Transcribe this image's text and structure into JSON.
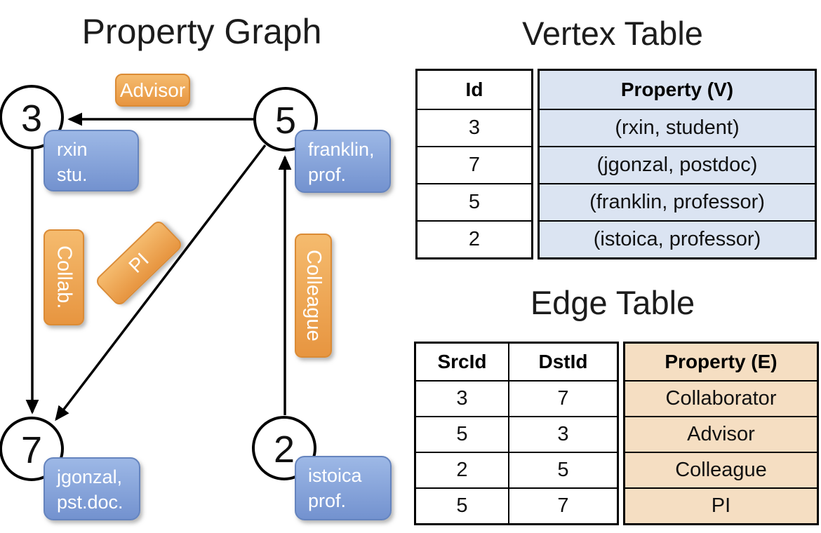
{
  "graph": {
    "title": "Property Graph",
    "nodes": [
      {
        "id": "3",
        "prop_line1": "rxin",
        "prop_line2": "stu."
      },
      {
        "id": "5",
        "prop_line1": "franklin,",
        "prop_line2": "prof."
      },
      {
        "id": "7",
        "prop_line1": "jgonzal,",
        "prop_line2": "pst.doc."
      },
      {
        "id": "2",
        "prop_line1": "istoica",
        "prop_line2": "prof."
      }
    ],
    "edges": [
      {
        "label": "Advisor",
        "from": "5",
        "to": "3"
      },
      {
        "label": "Collab.",
        "from": "3",
        "to": "7"
      },
      {
        "label": "PI",
        "from": "5",
        "to": "7"
      },
      {
        "label": "Colleague",
        "from": "2",
        "to": "5"
      }
    ]
  },
  "vertex_table": {
    "title": "Vertex Table",
    "col_id": "Id",
    "col_property": "Property (V)",
    "rows": [
      {
        "id": "3",
        "property": "(rxin, student)"
      },
      {
        "id": "7",
        "property": "(jgonzal, postdoc)"
      },
      {
        "id": "5",
        "property": "(franklin, professor)"
      },
      {
        "id": "2",
        "property": "(istoica, professor)"
      }
    ]
  },
  "edge_table": {
    "title": "Edge Table",
    "col_src": "SrcId",
    "col_dst": "DstId",
    "col_property": "Property (E)",
    "rows": [
      {
        "src": "3",
        "dst": "7",
        "property": "Collaborator"
      },
      {
        "src": "5",
        "dst": "3",
        "property": "Advisor"
      },
      {
        "src": "2",
        "dst": "5",
        "property": "Colleague"
      },
      {
        "src": "5",
        "dst": "7",
        "property": "PI"
      }
    ]
  },
  "colors": {
    "edge_label_orange_top": "#f5bb6e",
    "edge_label_orange_bottom": "#e79540",
    "vertex_box_blue_top": "#9db8e6",
    "vertex_box_blue_bottom": "#7392cf",
    "vertex_table_column_bg": "#dbe4f2",
    "edge_table_column_bg": "#f5dec2",
    "line_color": "#000000"
  }
}
